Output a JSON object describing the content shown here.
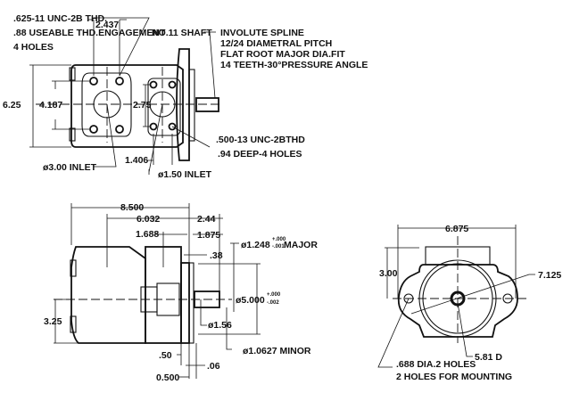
{
  "top_view": {
    "thread_note": [
      ".625-11 UNC-2B THD.",
      ".88 USEABLE THD.ENGAGEMENT",
      "4 HOLES"
    ],
    "shaft_label": "NO.11 SHAFT",
    "spline_note": [
      "INVOLUTE SPLINE",
      "12/24 DIAMETRAL PITCH",
      "FLAT ROOT MAJOR DIA.FIT",
      "14 TEETH-30°PRESSURE ANGLE"
    ],
    "dim_2437": "2.437",
    "dim_625": "6.25",
    "dim_4187": "4.187",
    "dim_275": "2.75",
    "dim_1406": "1.406",
    "outlet_note": [
      ".500-13 UNC-2BTHD",
      ".94 DEEP-4 HOLES"
    ],
    "inlet_large": "ø3.00 INLET",
    "inlet_small": "ø1.50 INLET"
  },
  "side_view": {
    "dim_8500": "8.500",
    "dim_6032": "6.032",
    "dim_244": "2.44",
    "dim_1688": "1.688",
    "dim_1875": "1.875",
    "major": "ø1.248",
    "major_tol_plus": "+.000",
    "major_tol_minus": "-.001",
    "major_suffix": "MAJOR",
    "dim_38": ".38",
    "pilot": "ø5.000",
    "pilot_tol_plus": "+.000",
    "pilot_tol_minus": "-.002",
    "dim_156": "ø1.56",
    "dim_325": "3.25",
    "minor": "ø1.0627 MINOR",
    "dim_50": ".50",
    "dim_06": ".06",
    "dim_0500": "0.500"
  },
  "end_view": {
    "dim_6875": "6.875",
    "dim_300": "3.00",
    "dim_7125": "7.125",
    "dim_581": "5.81 D",
    "mount_note": [
      ".688 DIA.2 HOLES",
      "2 HOLES FOR MOUNTING"
    ]
  }
}
